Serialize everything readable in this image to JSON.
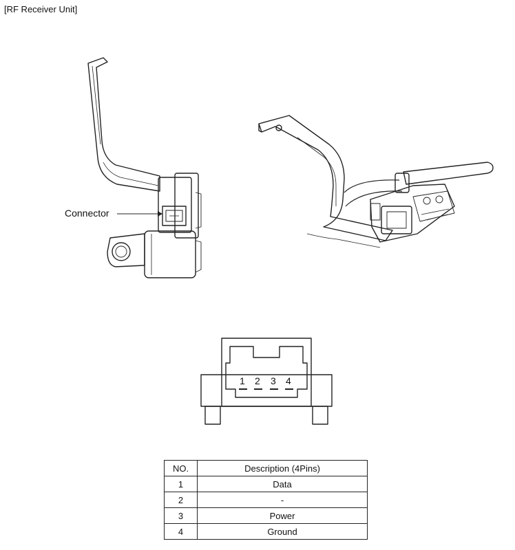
{
  "title": "[RF Receiver Unit]",
  "callout": "Connector",
  "pins": [
    "1",
    "2",
    "3",
    "4"
  ],
  "table": {
    "headers": [
      "NO.",
      "Description (4Pins)"
    ],
    "rows": [
      [
        "1",
        "Data"
      ],
      [
        "2",
        "-"
      ],
      [
        "3",
        "Power"
      ],
      [
        "4",
        "Ground"
      ]
    ]
  }
}
